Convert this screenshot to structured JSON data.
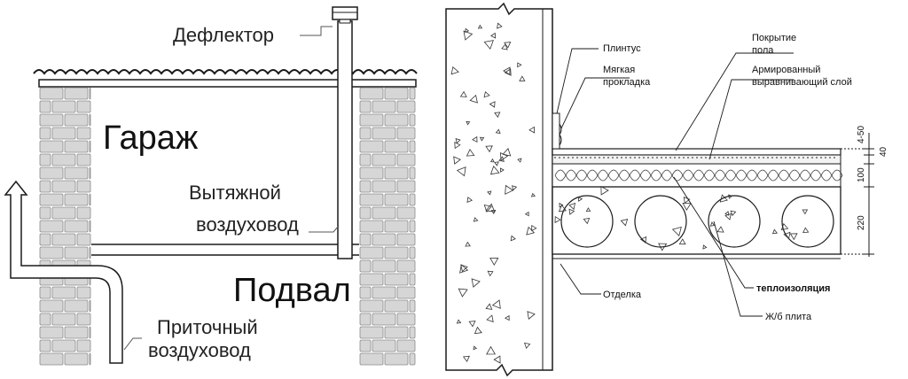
{
  "left_diagram": {
    "deflector": "Дефлектор",
    "garage": "Гараж",
    "exhaust_line1": "Вытяжной",
    "exhaust_line2": "воздуховод",
    "basement": "Подвал",
    "supply_line1": "Приточный",
    "supply_line2": "воздуховод"
  },
  "right_diagram": {
    "plinth": "Плинтус",
    "soft_pad_line1": "Мягкая",
    "soft_pad_line2": "прокладка",
    "floor_cover_line1": "Покрытие",
    "floor_cover_line2": "пола",
    "screed_line1": "Армированный",
    "screed_line2": "выравнивающий слой",
    "finish": "Отделка",
    "insulation": "теплоизоляция",
    "slab": "Ж/б плита",
    "dimensions": [
      "4-50",
      "40",
      "100",
      "220"
    ]
  },
  "colors": {
    "brick_fill": "#d6d6d6",
    "brick_stroke": "#8a8a8a",
    "line": "#1a1a1a",
    "label": "#222222"
  }
}
